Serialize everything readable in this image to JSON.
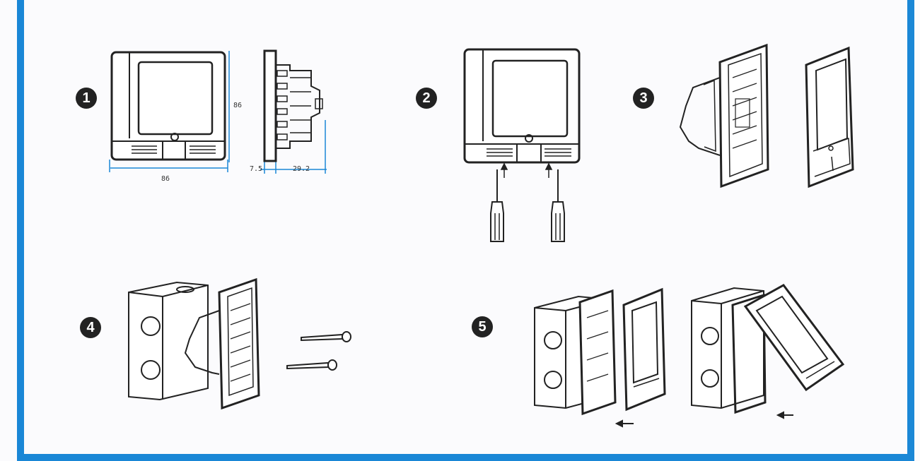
{
  "steps": [
    {
      "number": "1"
    },
    {
      "number": "2"
    },
    {
      "number": "3"
    },
    {
      "number": "4"
    },
    {
      "number": "5"
    }
  ],
  "dimensions": {
    "height": "86",
    "width": "86",
    "depth_front": "7.5",
    "depth_back": "29.2"
  },
  "colors": {
    "border": "#1a87d6",
    "line": "#222222",
    "badge": "#222222",
    "dimension_line": "#1a87d6"
  }
}
